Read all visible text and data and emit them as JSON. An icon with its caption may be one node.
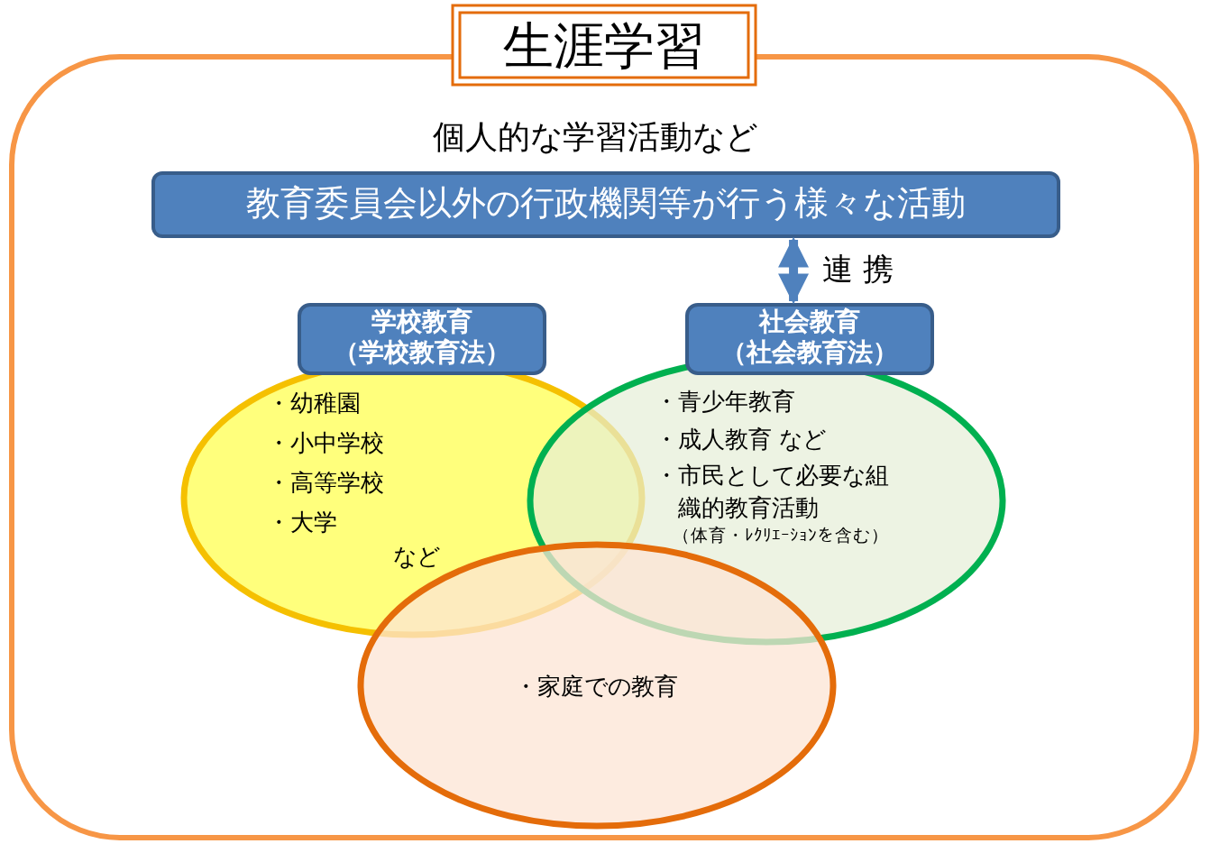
{
  "diagram": {
    "nodes": [
      {
        "text": [
          "生涯学習"
        ]
      },
      {
        "text": [
          "個人的な学習活動など"
        ]
      },
      {
        "text": [
          "教育委員会以外の行政機関等が行う様々な活動"
        ],
        "in": 1
      },
      {
        "text": [
          "学校教育",
          "（学校教育法）"
        ],
        "in": 1
      },
      {
        "text": [
          "・幼稚園",
          "・小中学校",
          "・高等学校",
          "・大学",
          "など"
        ],
        "in": 1
      },
      {
        "text": [
          "社会教育",
          "（社会教育法）"
        ],
        "in": 1
      },
      {
        "text": [
          "・青少年教育",
          "・成人教育",
          "など",
          "・市民として必要な組織的教育活動",
          "（体育・ﾚｸﾘｴｰｼｮﾝを含む）"
        ],
        "in": 1
      },
      {
        "text": [
          "・家庭での教育"
        ],
        "in": 1
      }
    ],
    "edges": [
      {
        "from": 2,
        "to": 5,
        "arrow": "both",
        "label": "連 携"
      }
    ]
  }
}
